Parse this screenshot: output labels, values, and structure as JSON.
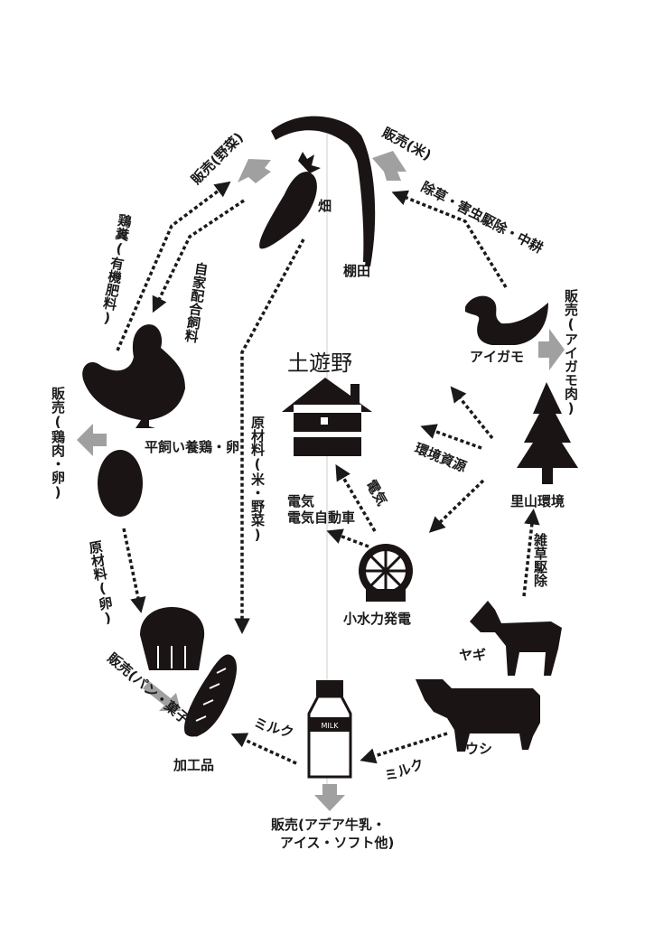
{
  "title": "土遊野",
  "labels": {
    "field": "畑",
    "terrace": "棚田",
    "sell_veg": "販売(野菜)",
    "sell_rice": "販売(米)",
    "manure": "鶏糞(有機肥料)",
    "feed": "自家配合飼料",
    "duck_work": "除草・害虫駆除・中耕",
    "sell_duck": "販売(アイガモ肉)",
    "duck": "アイガモ",
    "env_resource": "環境資源",
    "satoyama": "里山環境",
    "weeding": "雑草駆除",
    "electricity": "電気",
    "ev": "電気自動車",
    "hydro": "小水力発電",
    "goat": "ヤギ",
    "cow": "ウシ",
    "milk_to_bottle": "ミルク",
    "milk_to_processed": "ミルク",
    "sell_chicken": "販売(鶏肉・卵)",
    "poultry": "平飼い養鶏・卵",
    "raw_rice_veg": "原材料(米・野菜)",
    "raw_egg": "原材料(卵)",
    "sell_bread": "販売(パン・菓子他)",
    "processed": "加工品",
    "milk_bottle": "MILK",
    "sell_milk_1": "販売(アデア牛乳・",
    "sell_milk_2": "アイス・ソフト他)"
  },
  "colors": {
    "ink": "#1a1414",
    "sell_arrow": "#a0a0a0"
  }
}
